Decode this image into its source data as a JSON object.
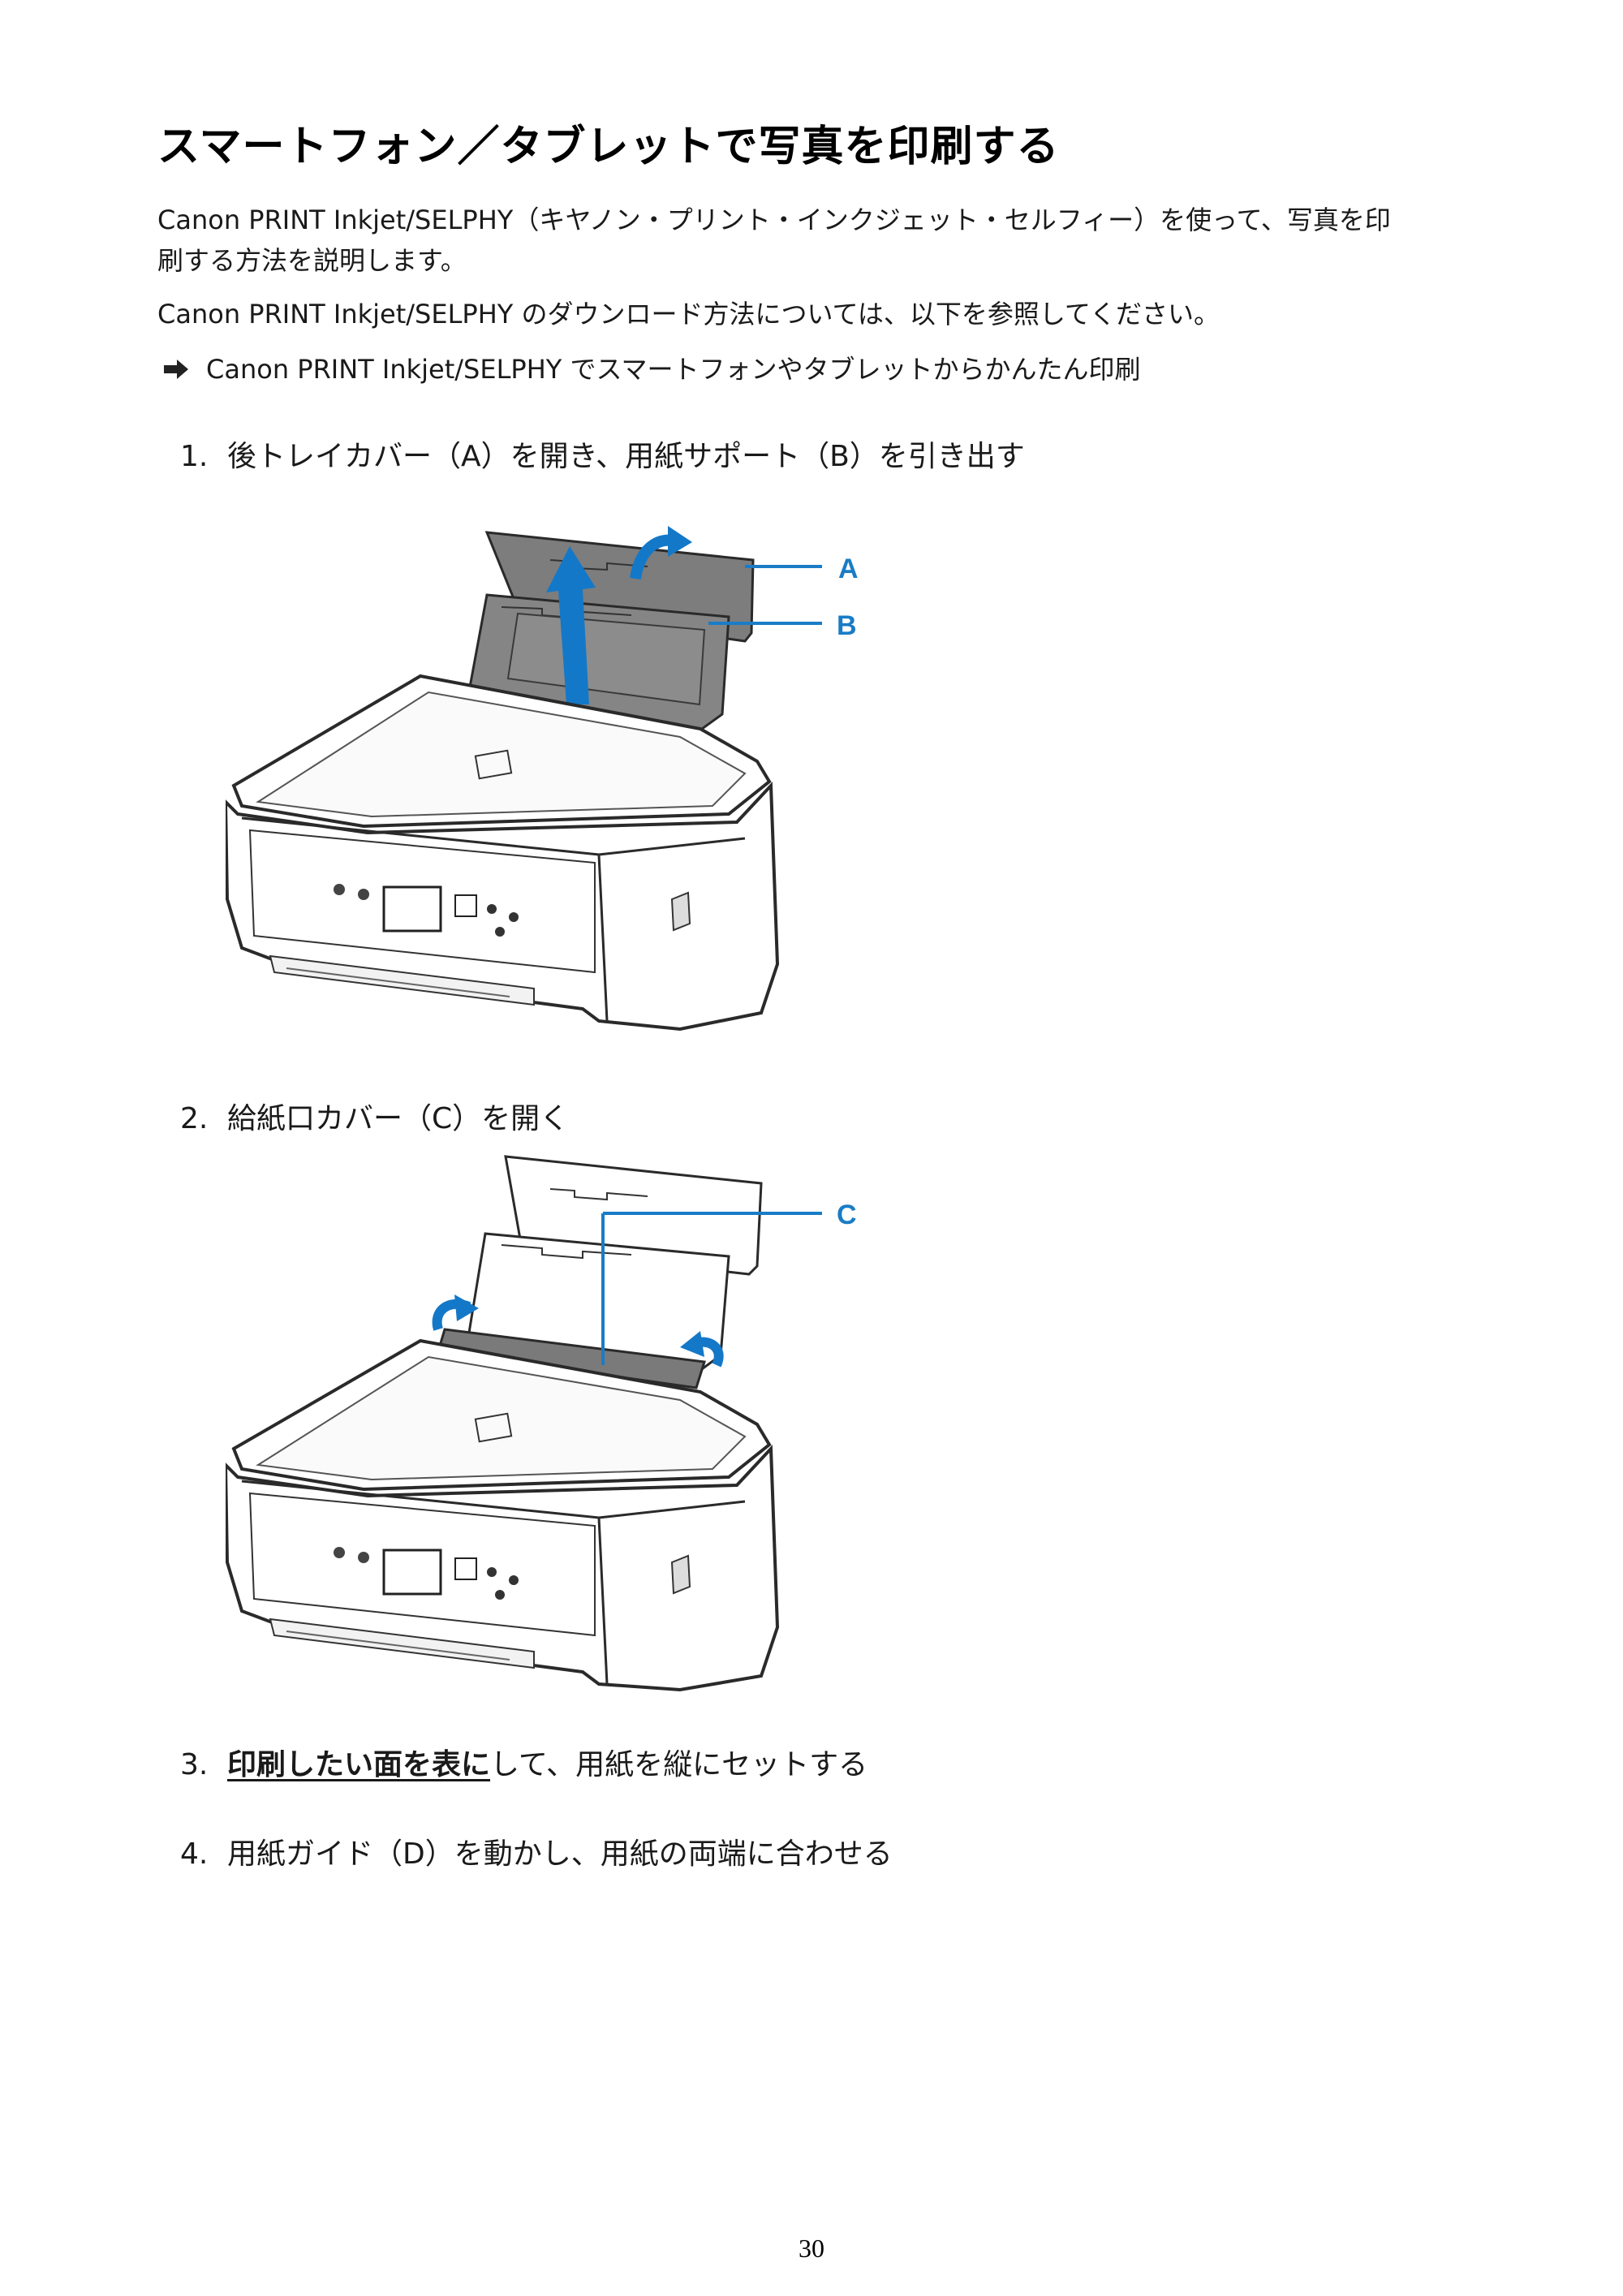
{
  "title": "スマートフォン／タブレットで写真を印刷する",
  "intro_line1": "Canon PRINT Inkjet/SELPHY（キヤノン・プリント・インクジェット・セルフィー）を使って、写真を印",
  "intro_line2": "刷する方法を説明します。",
  "download_note": "Canon PRINT Inkjet/SELPHY のダウンロード方法については、以下を参照してください。",
  "link": {
    "icon": "right-arrow-icon",
    "text": "Canon PRINT Inkjet/SELPHY でスマートフォンやタブレットからかんたん印刷"
  },
  "steps": [
    {
      "num": "1.",
      "text": "後トレイカバー（A）を開き、用紙サポート（B）を引き出す"
    },
    {
      "num": "2.",
      "text": "給紙口カバー（C）を開く"
    },
    {
      "num": "3.",
      "emph": "印刷したい面を表に",
      "rest": "して、用紙を縦にセットする"
    },
    {
      "num": "4.",
      "text": "用紙ガイド（D）を動かし、用紙の両端に合わせる"
    }
  ],
  "figure1": {
    "label_a": "A",
    "label_b": "B"
  },
  "figure2": {
    "label_c": "C"
  },
  "page_number": "30",
  "colors": {
    "callout": "#1a7cc6",
    "arrow": "#1478c8",
    "text": "#1a1a1a"
  }
}
